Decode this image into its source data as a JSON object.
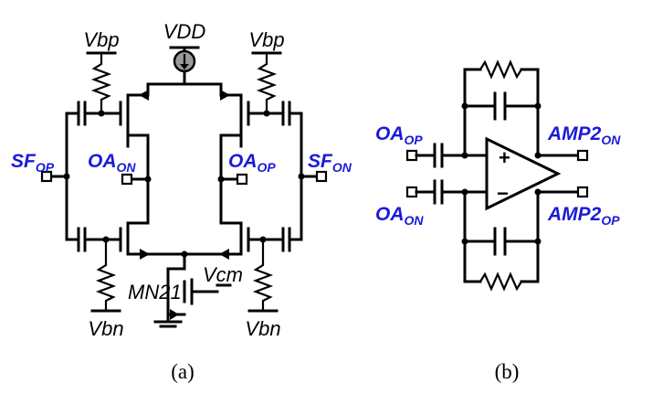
{
  "circuit_a": {
    "supply": "VDD",
    "bias_p_left": "Vbp",
    "bias_p_right": "Vbp",
    "bias_n_left": "Vbn",
    "bias_n_right": "Vbn",
    "tail_name": "MN21",
    "tail_gate": "Vcm",
    "sf_p": {
      "main": "SF",
      "sub": "OP"
    },
    "sf_n": {
      "main": "SF",
      "sub": "ON"
    },
    "oa_n": {
      "main": "OA",
      "sub": "ON"
    },
    "oa_p": {
      "main": "OA",
      "sub": "OP"
    },
    "caption": "(a)"
  },
  "circuit_b": {
    "in_p": {
      "main": "OA",
      "sub": "OP"
    },
    "in_n": {
      "main": "OA",
      "sub": "ON"
    },
    "out_n": {
      "main": "AMP2",
      "sub": "ON"
    },
    "out_p": {
      "main": "AMP2",
      "sub": "OP"
    },
    "plus": "+",
    "minus": "−",
    "caption": "(b)"
  },
  "colors": {
    "label_blue": "#1a1ad8",
    "wire": "#000000",
    "source_fill": "#9a9a9a"
  }
}
